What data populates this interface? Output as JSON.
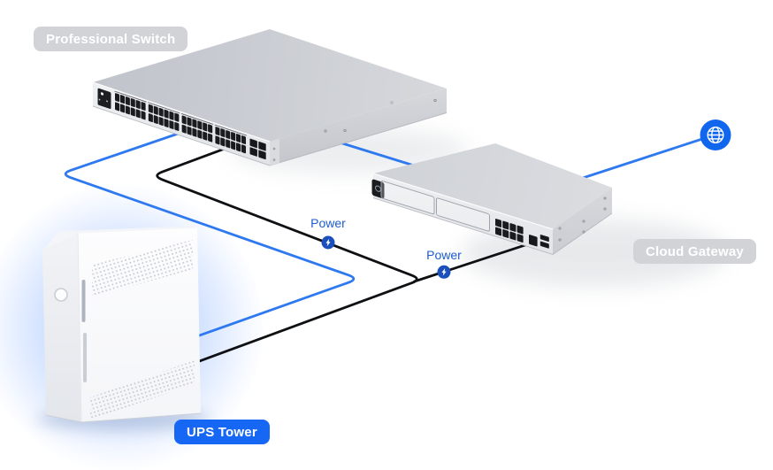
{
  "diagram": {
    "devices": [
      {
        "id": "professional-switch",
        "label": "Professional Switch",
        "label_style": "gray"
      },
      {
        "id": "cloud-gateway",
        "label": "Cloud Gateway",
        "label_style": "gray"
      },
      {
        "id": "ups-tower",
        "label": "UPS Tower",
        "label_style": "blue"
      }
    ],
    "internet_icon": "globe-icon",
    "power_badges": [
      {
        "label": "Power",
        "icon": "lightning-bolt-icon"
      },
      {
        "label": "Power",
        "icon": "lightning-bolt-icon"
      }
    ],
    "connections": [
      {
        "from": "professional-switch",
        "to": "ups-tower",
        "kind": "network",
        "color": "blue"
      },
      {
        "from": "professional-switch",
        "to": "cloud-gateway",
        "kind": "network",
        "color": "blue"
      },
      {
        "from": "cloud-gateway",
        "to": "internet",
        "kind": "network",
        "color": "blue"
      },
      {
        "from": "ups-tower",
        "to": "professional-switch",
        "kind": "power",
        "color": "black"
      },
      {
        "from": "ups-tower",
        "to": "cloud-gateway",
        "kind": "power",
        "color": "black"
      }
    ]
  },
  "colors": {
    "background": "#ffffff",
    "cable_blue": "#2e78f0",
    "cable_black": "#0e1013",
    "ups_label_blue": "#1767f5",
    "globe_blue": "#1166ee",
    "power_badge_blue": "#1b50bc",
    "power_text_blue": "#1e5cd0",
    "device_label_gray": "#d1d3d7",
    "label_text_white": "#ffffff",
    "ups_glow": "#96baff"
  }
}
